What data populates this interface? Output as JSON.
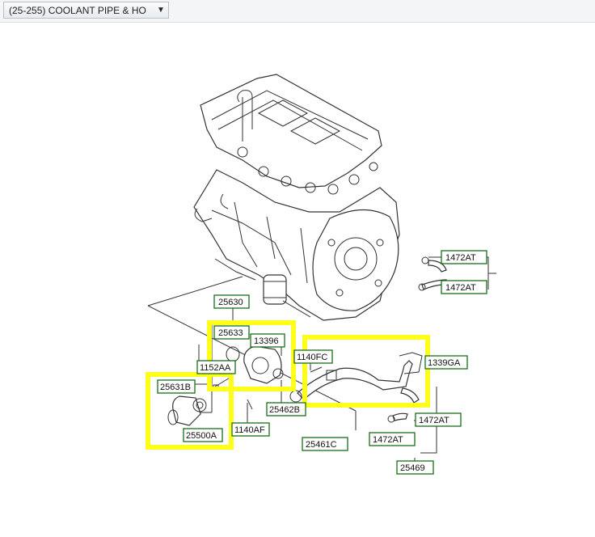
{
  "header": {
    "group_select_value": "(25-255) COOLANT PIPE & HO",
    "dropdown_icon": "chevron-down-icon"
  },
  "callouts": {
    "c_1472AT_top": "1472AT",
    "c_1472AT_mid": "1472AT",
    "c_25630": "25630",
    "c_25633": "25633",
    "c_13396": "13396",
    "c_1140FC": "1140FC",
    "c_1152AA": "1152AA",
    "c_1339GA": "1339GA",
    "c_25631B": "25631B",
    "c_25462B": "25462B",
    "c_1472AT_right": "1472AT",
    "c_25500A": "25500A",
    "c_1140AF": "1140AF",
    "c_25461C": "25461C",
    "c_1472AT_low": "1472AT",
    "c_25469": "25469"
  },
  "highlight_color": "#ffff1a",
  "callout_border_color": "#1a6e1a"
}
